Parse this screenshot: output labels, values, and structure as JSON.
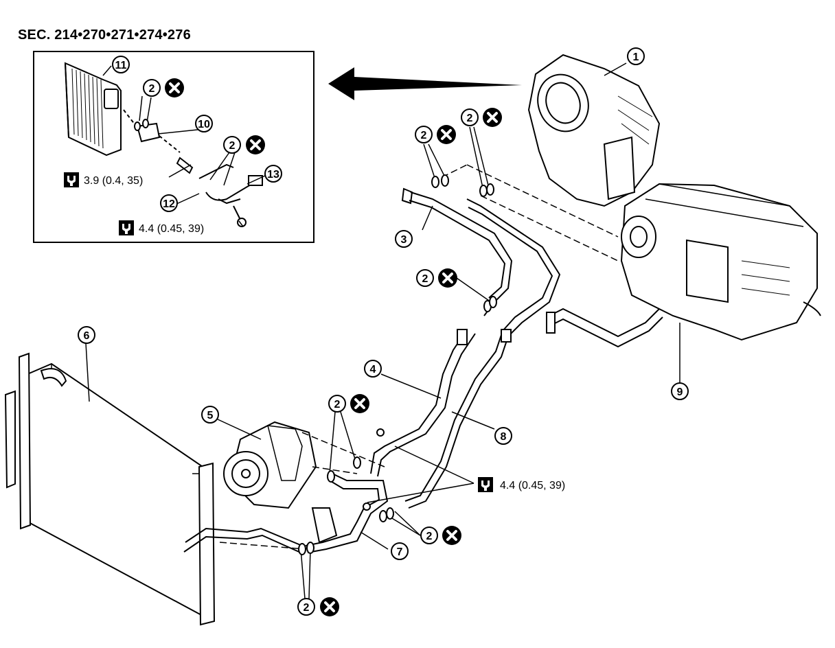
{
  "section_title": "SEC. 214•270•271•274•276",
  "callouts": {
    "c1": "1",
    "c2": "2",
    "c3": "3",
    "c4": "4",
    "c5": "5",
    "c6": "6",
    "c7": "7",
    "c8": "8",
    "c9": "9",
    "c10": "10",
    "c11": "11",
    "c12": "12",
    "c13": "13"
  },
  "torque": {
    "t1": "3.9 (0.4, 35)",
    "t2": "4.4 (0.45, 39)",
    "t3": "4.4 (0.45, 39)"
  },
  "icons": {
    "torque": "torque-wrench-icon",
    "no_reuse": "do-not-reuse-x-icon"
  }
}
